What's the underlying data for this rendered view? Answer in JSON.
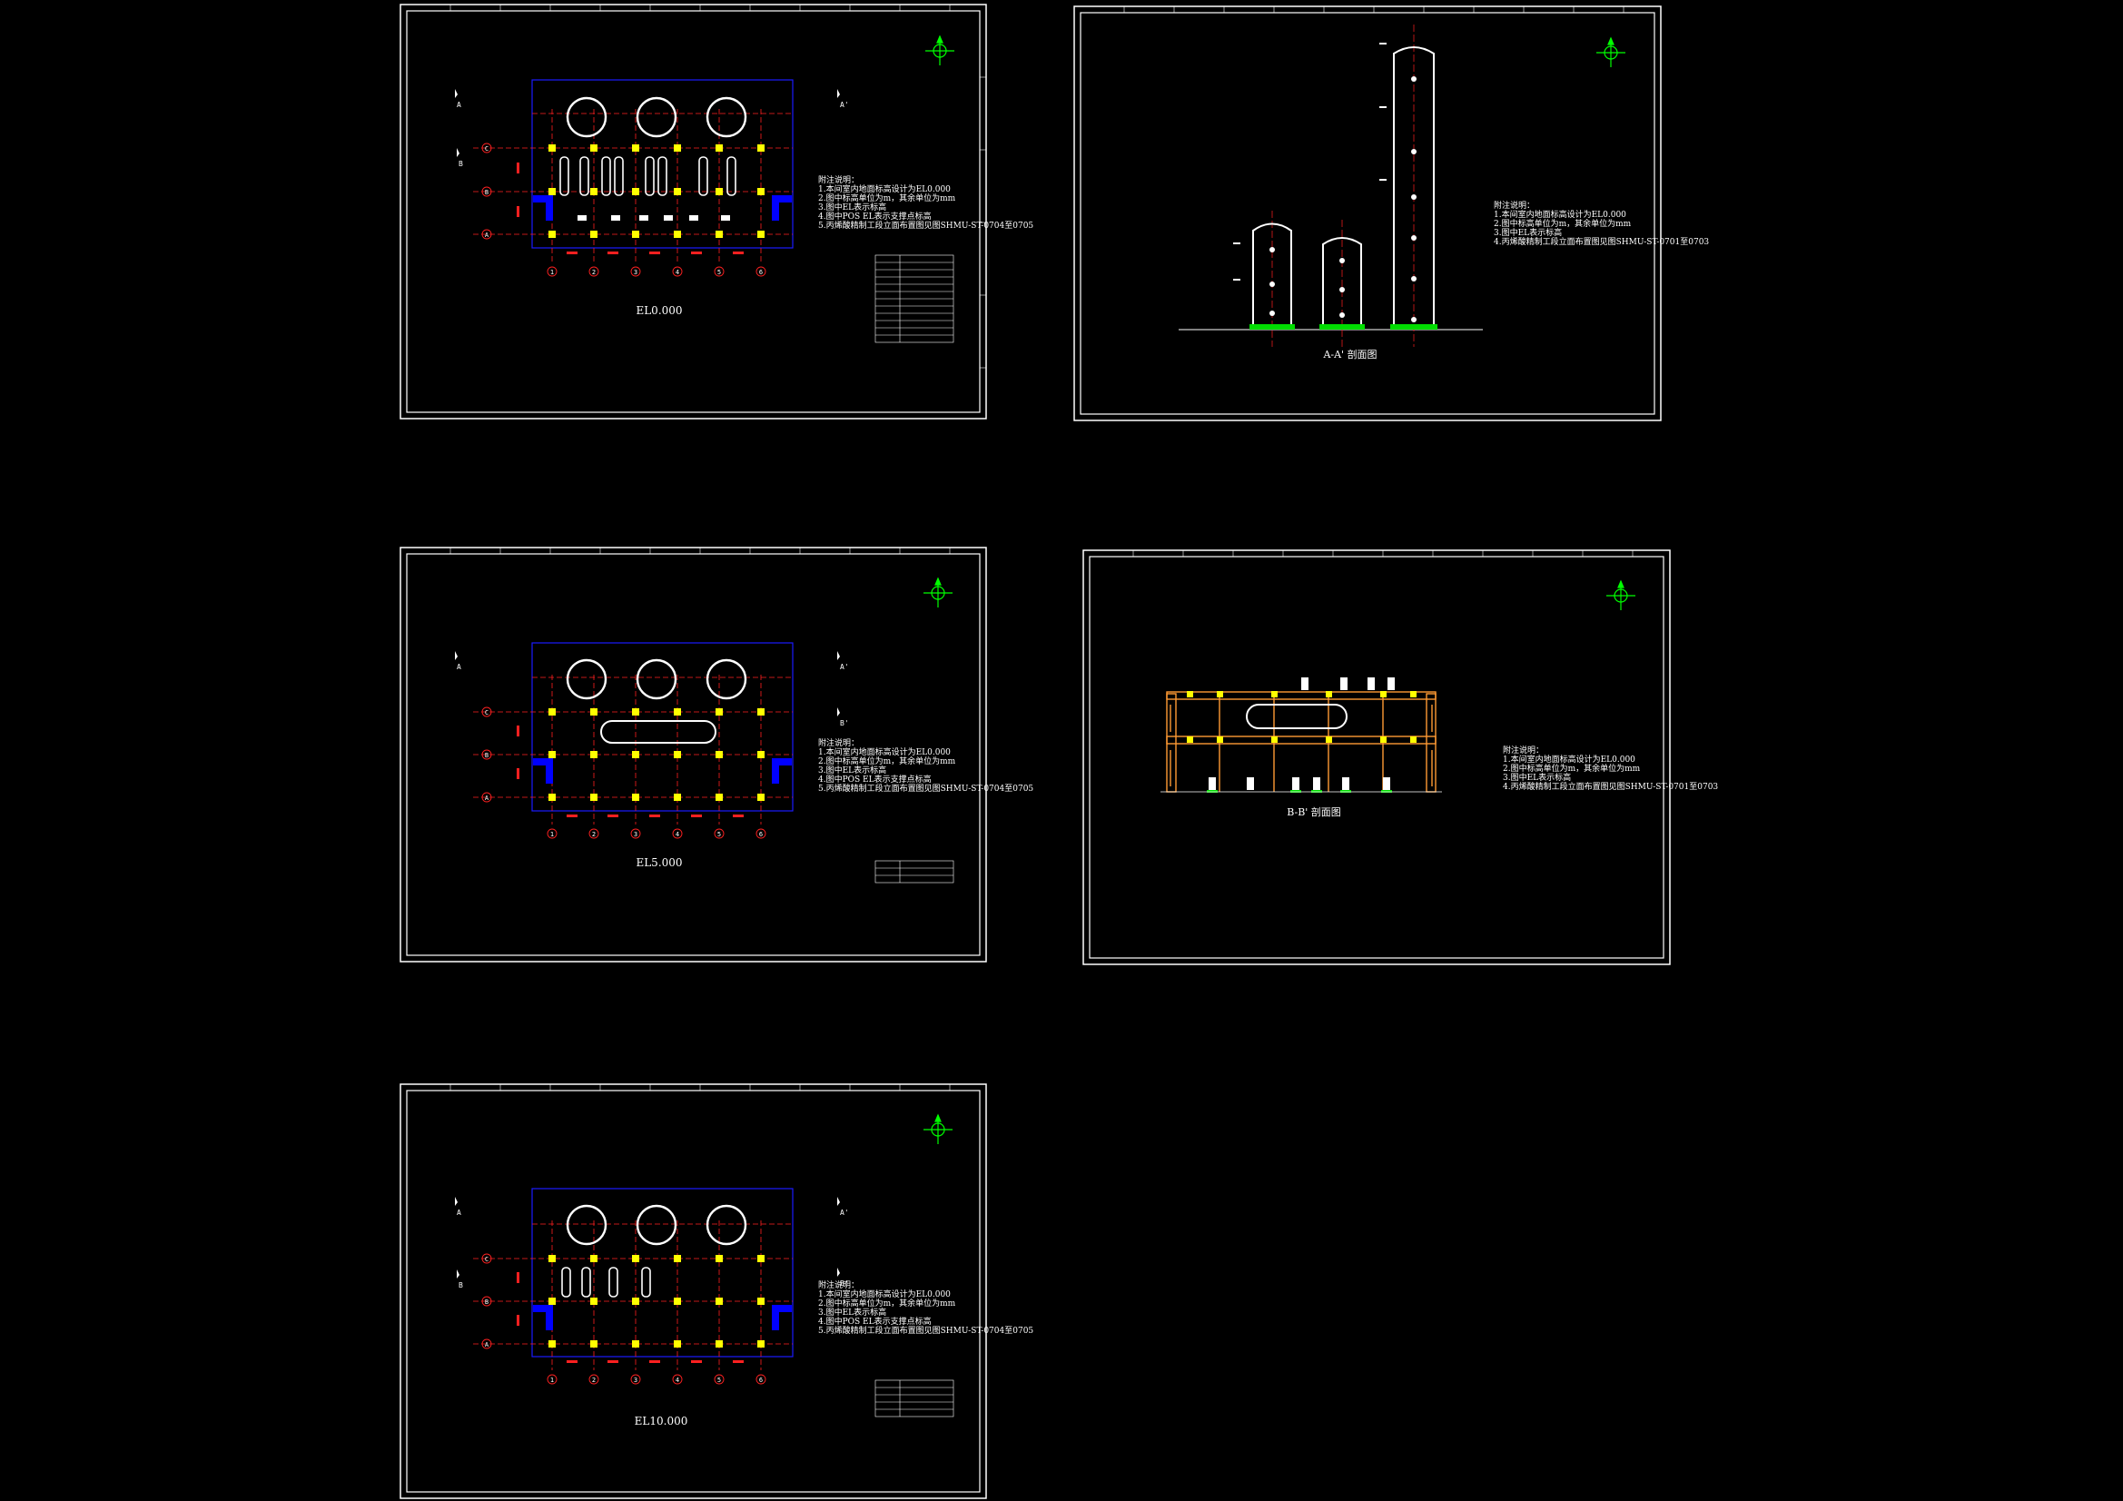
{
  "colors": {
    "background": "#000000",
    "frame": "#ffffff",
    "grid_axis": "#ff2020",
    "column": "#ffff00",
    "outline": "#1a1aff",
    "equipment": "#ffffff",
    "north": "#00ff00",
    "stair": "#0000ff",
    "structure": "#ff9a33",
    "base": "#00dd00"
  },
  "grid": {
    "columns": [
      "1",
      "2",
      "3",
      "4",
      "5",
      "6"
    ],
    "rows": [
      "C",
      "B",
      "A"
    ],
    "section_a": "A",
    "section_b": "B",
    "section_a_prime": "A'",
    "section_b_prime": "B'"
  },
  "notes": {
    "heading": "附注说明：",
    "n1": "1.本间室内地面标高设计为EL0.000",
    "n2": "2.图中标高单位为m，其余单位为mm",
    "n3": "3.图中EL表示标高",
    "n4": "4.图中POS EL表示支撑点标高",
    "n5": "5.丙烯酸精制工段立面布置图见图SHMU-ST-0704至0705"
  },
  "notes_section": {
    "heading": "附注说明：",
    "n1": "1.本间室内地面标高设计为EL0.000",
    "n2": "2.图中标高单位为m，其余单位为mm",
    "n3": "3.图中EL表示标高",
    "n4": "4.丙烯酸精制工段立面布置图见图SHMU-ST-0701至0703"
  },
  "sheets": {
    "plan_el0": {
      "title": "EL0.000"
    },
    "section_aa": {
      "title": "A-A' 剖面图"
    },
    "plan_el5": {
      "title": "EL5.000"
    },
    "section_bb": {
      "title": "B-B' 剖面图"
    },
    "plan_el10": {
      "title": "EL10.000"
    }
  },
  "icons": {
    "north_arrow": "north-arrow-icon",
    "section_marker": "section-marker-icon"
  }
}
